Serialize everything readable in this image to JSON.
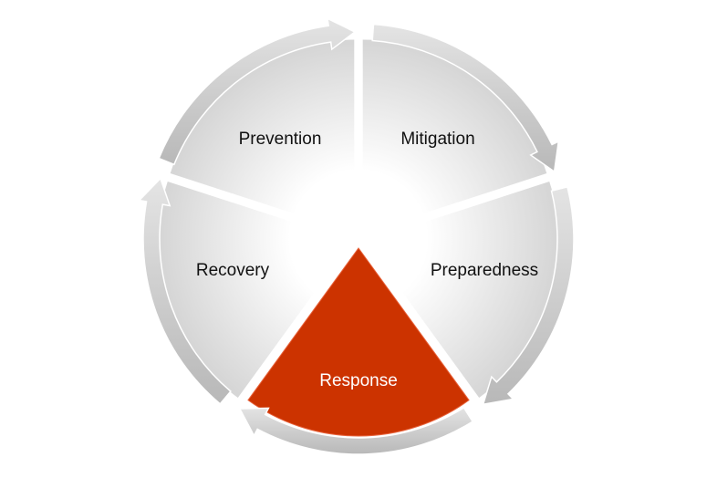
{
  "diagram": {
    "title": "",
    "phases": [
      {
        "label": "Mitigation",
        "active": false
      },
      {
        "label": "Preparedness",
        "active": false
      },
      {
        "label": "Response",
        "active": true
      },
      {
        "label": "Recovery",
        "active": false
      },
      {
        "label": "Prevention",
        "active": false
      }
    ],
    "colors": {
      "active": "#CC3300",
      "segment_light": "#FFFFFF",
      "segment_dark": "#D9D9D9",
      "arrow": "#C8C8C8"
    }
  }
}
